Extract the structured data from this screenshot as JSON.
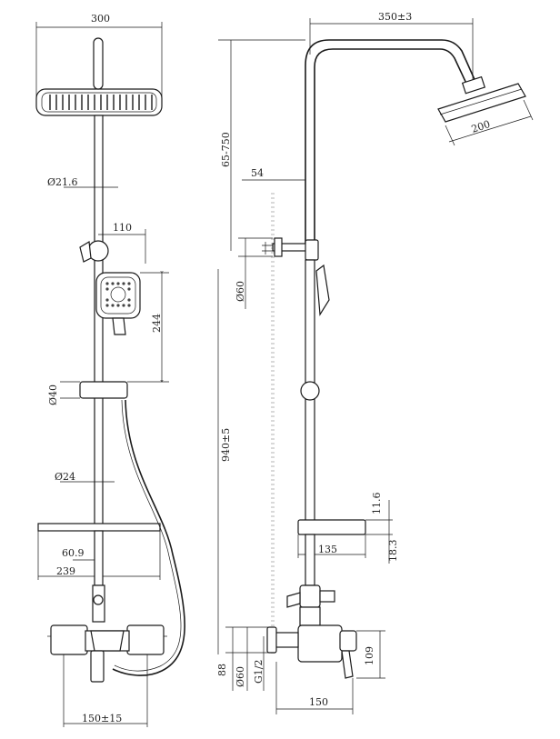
{
  "front_view": {
    "head_width": "300",
    "pipe_diameter": "Ø21.6",
    "bracket_depth": "110",
    "hand_shower_height": "244",
    "slider_diameter": "Ø40",
    "lower_pipe_diameter": "Ø24",
    "shelf_offset": "60.9",
    "shelf_width": "239",
    "center_distance": "150±15"
  },
  "side_view": {
    "arm_reach": "350±3",
    "head_diameter": "200",
    "height_adjust": "65-750",
    "wall_offset": "54",
    "escutcheon_diameter": "Ø60",
    "overall_height": "940±5",
    "shelf_thickness_top": "11.6",
    "shelf_depth": "135",
    "shelf_thickness": "18.3",
    "mixer_height_dim": "88",
    "inlet_escutcheon": "Ø60",
    "inlet_thread": "G1/2",
    "mixer_height": "109",
    "mixer_projection": "150"
  }
}
